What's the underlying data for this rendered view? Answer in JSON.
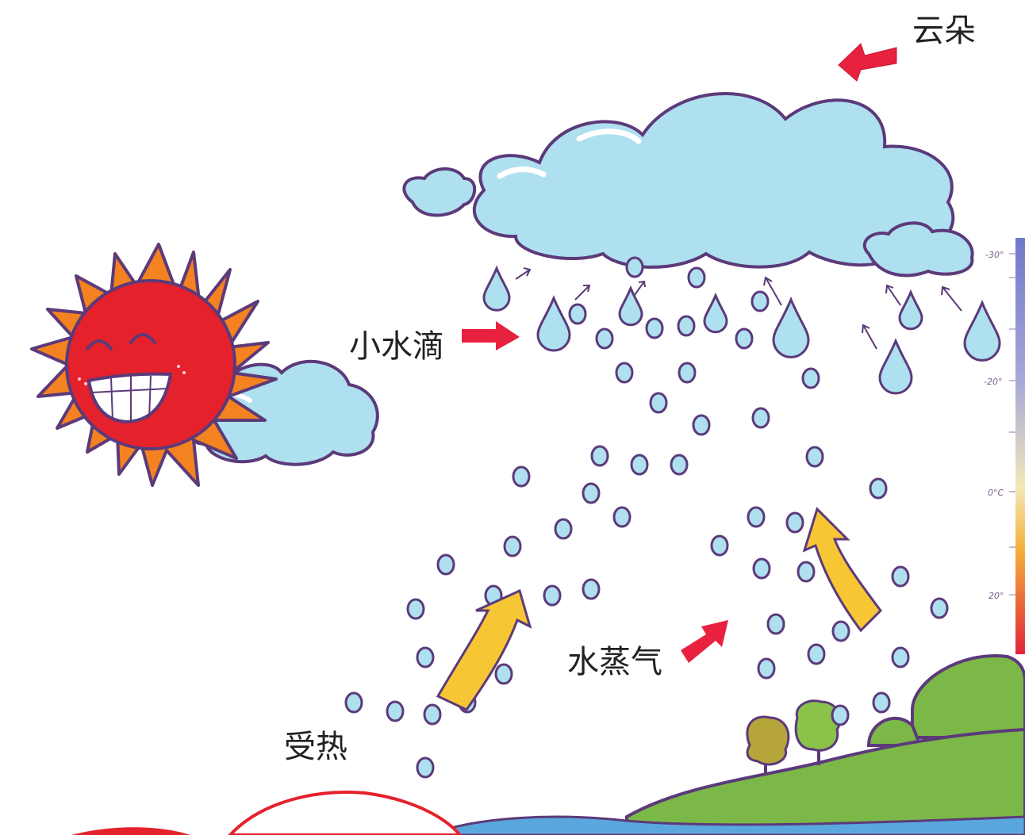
{
  "labels": {
    "cloud": "云朵",
    "droplets": "小水滴",
    "vapor": "水蒸气",
    "heated": "受热"
  },
  "temperature_scale": {
    "ticks": [
      "-30°",
      "-20°",
      "0°C",
      "20°"
    ]
  },
  "colors": {
    "cloud_fill": "#aee0f0",
    "outline": "#5c3a7a",
    "sun_rays": "#f58220",
    "sun_face": "#e5212c",
    "label_arrow": "#e8213e",
    "vapor_arrow": "#f6c634",
    "hill": "#7cb848",
    "water": "#5aa7de"
  }
}
